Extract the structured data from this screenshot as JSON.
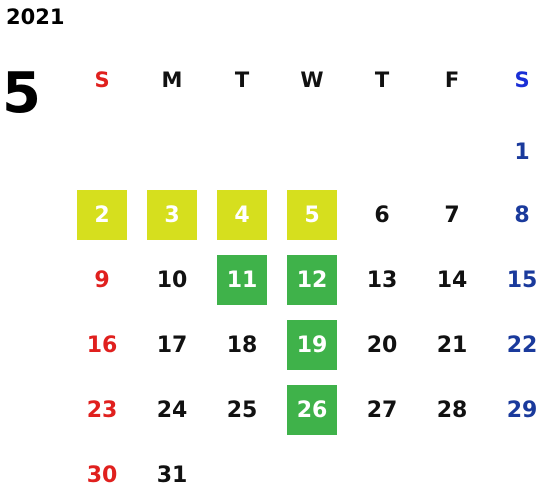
{
  "year": "2021",
  "month": "5",
  "weekdays": [
    "S",
    "M",
    "T",
    "W",
    "T",
    "F",
    "S"
  ],
  "colors": {
    "sunday": "#e0201e",
    "saturday": "#1a3a9c",
    "weekday": "#111111",
    "holiday_yellow": "#d6df1e",
    "holiday_green": "#3fb24a"
  },
  "weeks": [
    [
      null,
      null,
      null,
      null,
      null,
      null,
      {
        "day": "1"
      }
    ],
    [
      {
        "day": "2",
        "highlight": "yellow"
      },
      {
        "day": "3",
        "highlight": "yellow"
      },
      {
        "day": "4",
        "highlight": "yellow"
      },
      {
        "day": "5",
        "highlight": "yellow"
      },
      {
        "day": "6"
      },
      {
        "day": "7"
      },
      {
        "day": "8"
      }
    ],
    [
      {
        "day": "9"
      },
      {
        "day": "10"
      },
      {
        "day": "11",
        "highlight": "green"
      },
      {
        "day": "12",
        "highlight": "green"
      },
      {
        "day": "13"
      },
      {
        "day": "14"
      },
      {
        "day": "15"
      }
    ],
    [
      {
        "day": "16"
      },
      {
        "day": "17"
      },
      {
        "day": "18"
      },
      {
        "day": "19",
        "highlight": "green"
      },
      {
        "day": "20"
      },
      {
        "day": "21"
      },
      {
        "day": "22"
      }
    ],
    [
      {
        "day": "23"
      },
      {
        "day": "24"
      },
      {
        "day": "25"
      },
      {
        "day": "26",
        "highlight": "green"
      },
      {
        "day": "27"
      },
      {
        "day": "28"
      },
      {
        "day": "29"
      }
    ],
    [
      {
        "day": "30"
      },
      {
        "day": "31"
      },
      null,
      null,
      null,
      null,
      null
    ]
  ]
}
